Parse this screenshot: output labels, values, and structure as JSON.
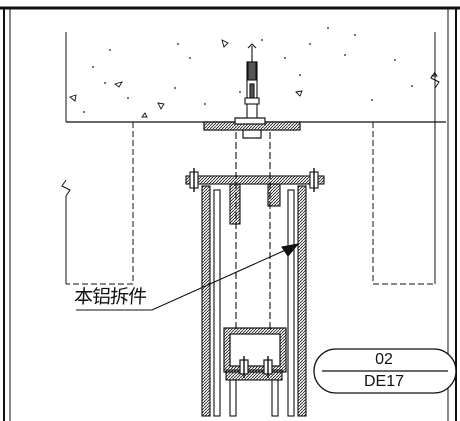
{
  "callout": {
    "label": "本铝拆件"
  },
  "detail_ref": {
    "number": "02",
    "sheet": "DE17"
  }
}
